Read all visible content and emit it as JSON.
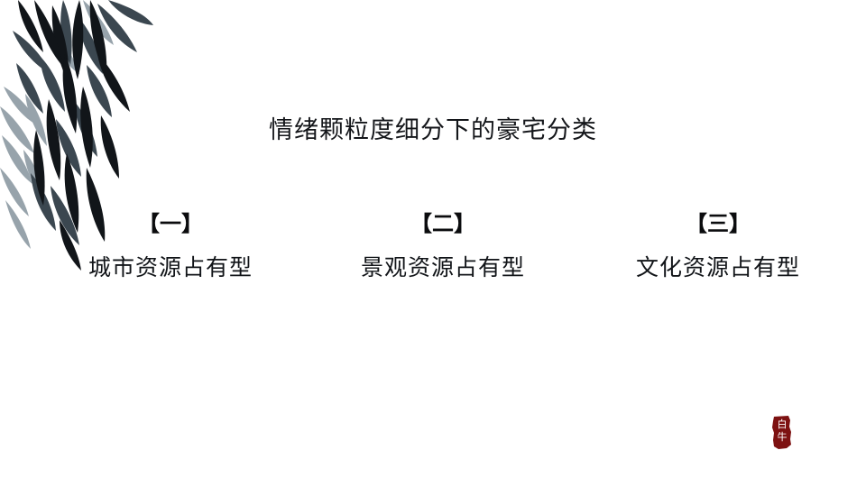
{
  "slide": {
    "background_color": "#ffffff",
    "title": "情绪颗粒度细分下的豪宅分类"
  },
  "decoration": {
    "willow": {
      "icon": "willow-branch-ink-painting",
      "ink_dark": "#111519",
      "ink_mid": "#3b4750",
      "ink_light": "#97a3ab"
    },
    "seal": {
      "icon": "red-seal-stamp",
      "color": "#7d1111",
      "text_color": "#ffffff",
      "char_top": "白",
      "char_bottom": "牛"
    }
  },
  "categories": [
    {
      "marker": "【一】",
      "label": "城市资源占有型"
    },
    {
      "marker": "【二】",
      "label": "景观资源占有型"
    },
    {
      "marker": "【三】",
      "label": "文化资源占有型"
    }
  ]
}
